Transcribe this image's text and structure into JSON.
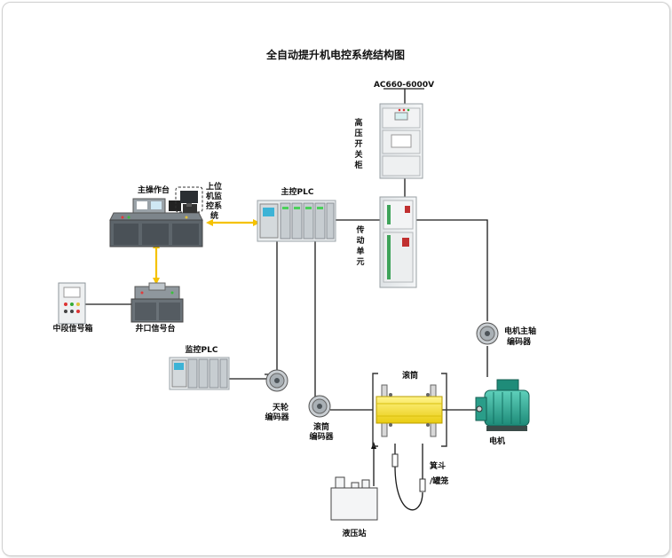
{
  "title": "全自动提升机电控系统结构图",
  "power_supply": "AC660-6000V",
  "labels": {
    "hv_cabinet": [
      "高",
      "压",
      "开",
      "关",
      "柜"
    ],
    "drive_unit": [
      "传",
      "动",
      "单",
      "元"
    ],
    "main_console": "主操作台",
    "host_monitor": [
      "上位",
      "机监",
      "控系",
      "统"
    ],
    "main_plc": "主控PLC",
    "mid_signal_box": "中段信号箱",
    "shaft_signal_console": "井口信号台",
    "monitor_plc": "监控PLC",
    "sheave_encoder": [
      "天轮",
      "编码器"
    ],
    "drum_encoder": [
      "滚筒",
      "编码器"
    ],
    "drum": "滚筒",
    "motor_encoder": [
      "电机主轴",
      "编码器"
    ],
    "motor": "电机",
    "skip_cage": [
      "箕斗",
      "/罐笼"
    ],
    "hydraulic_station": "液压站"
  },
  "colors": {
    "line": "#1a1a1a",
    "arrow": "#f5c200",
    "cabinet": "#e8ebee",
    "panel_gray": "#6b7278",
    "drum_yellow": "#f4e12c",
    "motor_green": "#2fae9a"
  }
}
